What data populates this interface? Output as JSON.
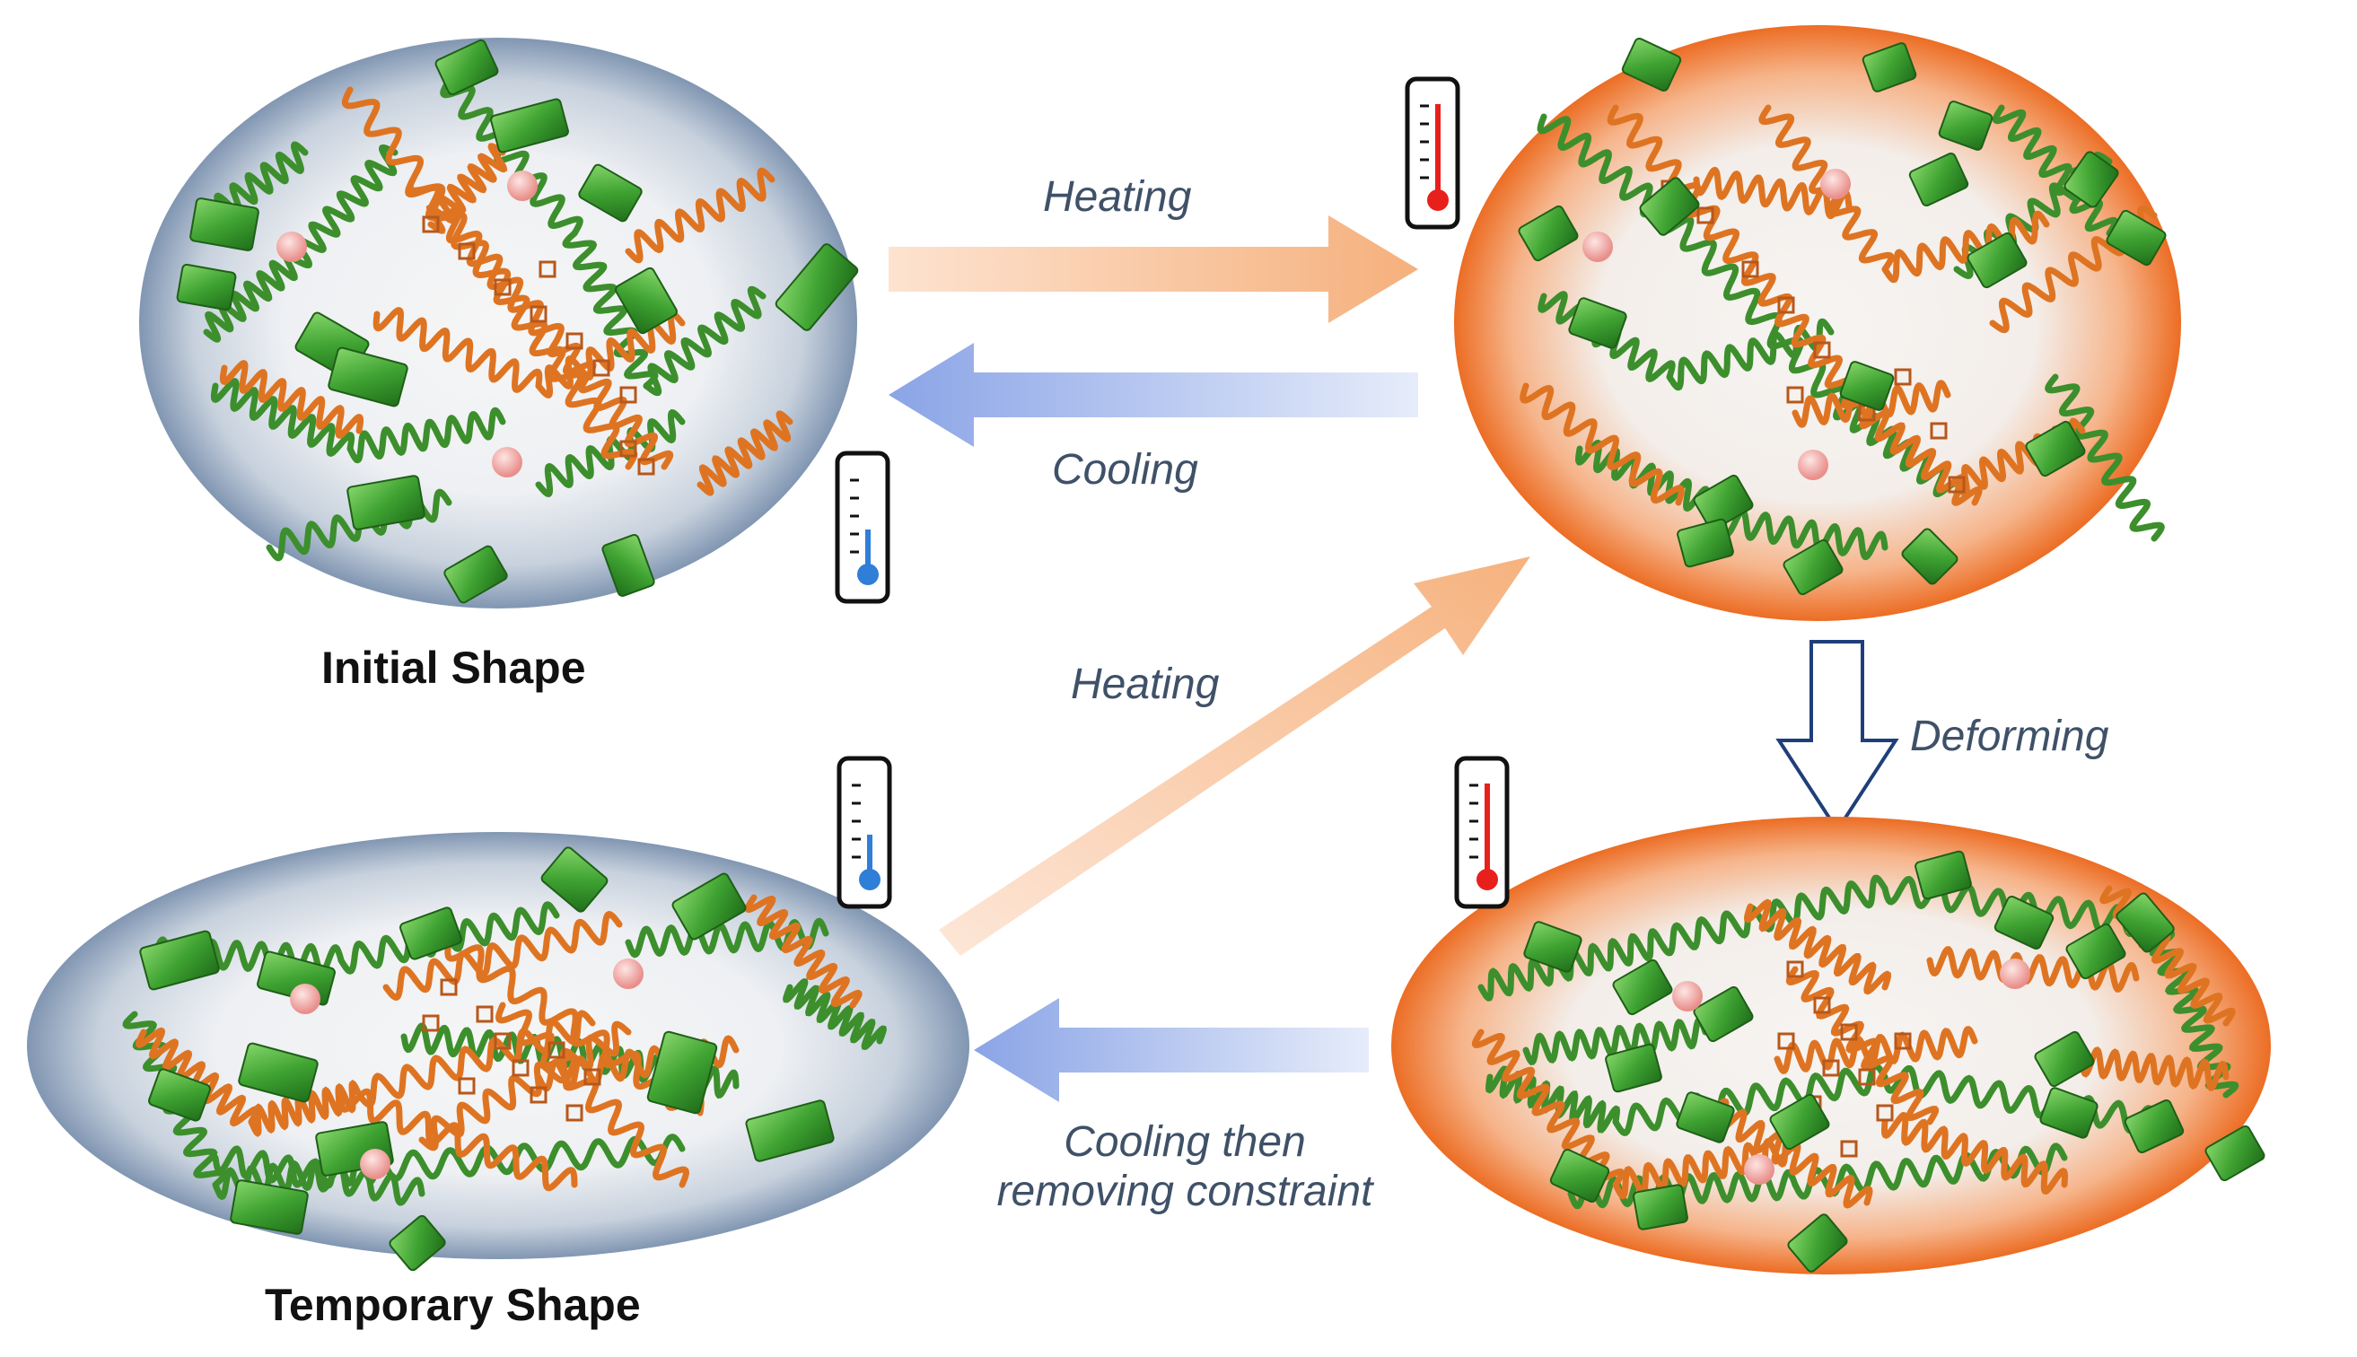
{
  "labels": {
    "heating_top": "Heating",
    "cooling_top": "Cooling",
    "heating_diag": "Heating",
    "deforming": "Deforming",
    "cooling_bottom_1": "Cooling then",
    "cooling_bottom_2": "removing constraint",
    "initial_shape": "Initial Shape",
    "temporary_shape": "Temporary Shape"
  },
  "colors": {
    "cold_state": "#8fa3bd",
    "hot_state": "#f0742a",
    "heating_arrow": "#f7b888",
    "cooling_arrow": "#8aa4e6",
    "soft_segment": "#3c8f2c",
    "hard_segment": "#de7422",
    "crystal_block": "#3fa332",
    "particle": "#f2a5a2",
    "thermometer_cold": "#2f7ed8",
    "thermometer_hot": "#e8201c"
  },
  "icons": [
    "thermometer-cold-icon",
    "thermometer-hot-icon",
    "deform-arrow-icon"
  ]
}
